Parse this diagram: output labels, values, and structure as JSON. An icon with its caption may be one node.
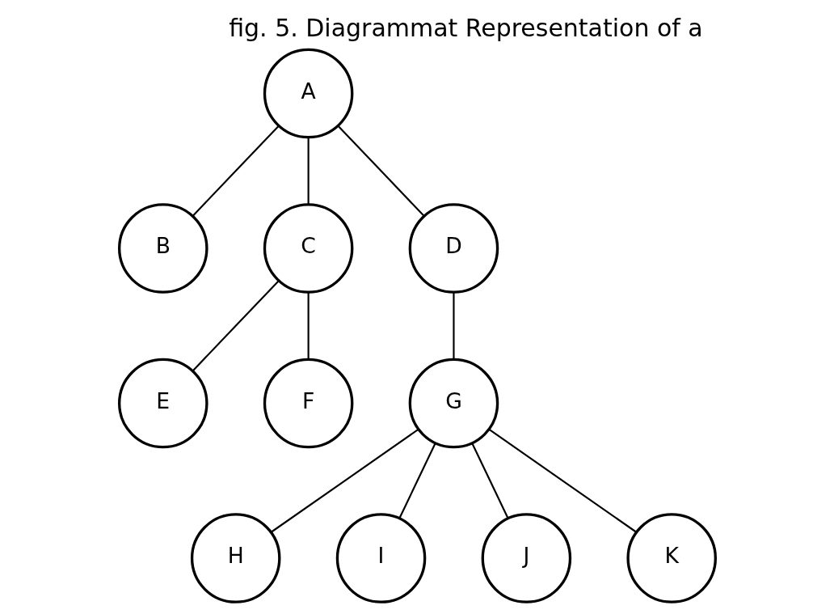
{
  "diagram": {
    "title": "fig. 5. Diagrammat Representation of a",
    "nodes": [
      {
        "text": [
          "A"
        ]
      },
      {
        "text": [
          "B"
        ]
      },
      {
        "text": [
          "C"
        ]
      },
      {
        "text": [
          "D"
        ]
      },
      {
        "text": [
          "E"
        ]
      },
      {
        "text": [
          "F"
        ]
      },
      {
        "text": [
          "G"
        ]
      },
      {
        "text": [
          "H"
        ]
      },
      {
        "text": [
          "I"
        ]
      },
      {
        "text": [
          "J"
        ]
      },
      {
        "text": [
          "K"
        ]
      }
    ],
    "edges": [
      {
        "from": 0,
        "to": 1,
        "arrow": "none"
      },
      {
        "from": 0,
        "to": 2,
        "arrow": "none"
      },
      {
        "from": 0,
        "to": 3,
        "arrow": "none"
      },
      {
        "from": 2,
        "to": 4,
        "arrow": "none"
      },
      {
        "from": 2,
        "to": 5,
        "arrow": "none"
      },
      {
        "from": 3,
        "to": 6,
        "arrow": "none"
      },
      {
        "from": 6,
        "to": 7,
        "arrow": "none"
      },
      {
        "from": 6,
        "to": 8,
        "arrow": "none"
      },
      {
        "from": 6,
        "to": 9,
        "arrow": "none"
      },
      {
        "from": 6,
        "to": 10,
        "arrow": "none"
      }
    ]
  }
}
